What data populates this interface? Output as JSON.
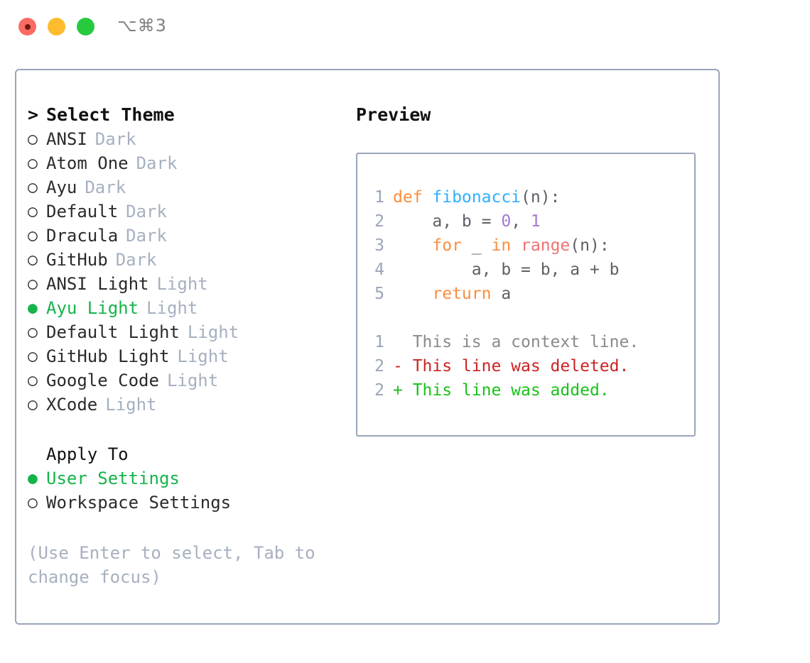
{
  "window": {
    "shortcut": "⌥⌘3",
    "traffic_lights": [
      {
        "name": "close-button",
        "color": "#fb6b62"
      },
      {
        "name": "minimize-button",
        "color": "#fdbc2e"
      },
      {
        "name": "maximize-button",
        "color": "#27c93f"
      }
    ]
  },
  "theme_picker": {
    "heading_marker": ">",
    "heading": "Select Theme",
    "bullet_unselected": "○",
    "bullet_selected": "●",
    "items": [
      {
        "bullet": "○",
        "name": "ANSI",
        "variant": "Dark",
        "selected": false
      },
      {
        "bullet": "○",
        "name": "Atom One",
        "variant": "Dark",
        "selected": false
      },
      {
        "bullet": "○",
        "name": "Ayu",
        "variant": "Dark",
        "selected": false
      },
      {
        "bullet": "○",
        "name": "Default",
        "variant": "Dark",
        "selected": false
      },
      {
        "bullet": "○",
        "name": "Dracula",
        "variant": "Dark",
        "selected": false
      },
      {
        "bullet": "○",
        "name": "GitHub",
        "variant": "Dark",
        "selected": false
      },
      {
        "bullet": "○",
        "name": "ANSI Light",
        "variant": "Light",
        "selected": false
      },
      {
        "bullet": "●",
        "name": "Ayu Light",
        "variant": "Light",
        "selected": true
      },
      {
        "bullet": "○",
        "name": "Default Light",
        "variant": "Light",
        "selected": false
      },
      {
        "bullet": "○",
        "name": "GitHub Light",
        "variant": "Light",
        "selected": false
      },
      {
        "bullet": "○",
        "name": "Google Code",
        "variant": "Light",
        "selected": false
      },
      {
        "bullet": "○",
        "name": "XCode",
        "variant": "Light",
        "selected": false
      }
    ]
  },
  "apply_to": {
    "heading": "Apply To",
    "items": [
      {
        "bullet": "●",
        "name": "User Settings",
        "selected": true
      },
      {
        "bullet": "○",
        "name": "Workspace Settings",
        "selected": false
      }
    ]
  },
  "hint": "(Use Enter to select, Tab to change focus)",
  "preview": {
    "title": "Preview",
    "code_lines": [
      {
        "num": "1",
        "tokens": [
          {
            "t": "def ",
            "c": "tok-kw"
          },
          {
            "t": "fibonacci",
            "c": "tok-fn"
          },
          {
            "t": "(n):",
            "c": "tok-pl"
          }
        ]
      },
      {
        "num": "2",
        "tokens": [
          {
            "t": "    a, b = ",
            "c": "tok-pl"
          },
          {
            "t": "0",
            "c": "tok-num"
          },
          {
            "t": ", ",
            "c": "tok-pl"
          },
          {
            "t": "1",
            "c": "tok-num"
          }
        ]
      },
      {
        "num": "3",
        "tokens": [
          {
            "t": "    ",
            "c": "tok-pl"
          },
          {
            "t": "for",
            "c": "tok-kw"
          },
          {
            "t": " _ ",
            "c": "tok-pl"
          },
          {
            "t": "in",
            "c": "tok-kw"
          },
          {
            "t": " ",
            "c": "tok-pl"
          },
          {
            "t": "range",
            "c": "tok-call"
          },
          {
            "t": "(n):",
            "c": "tok-pl"
          }
        ]
      },
      {
        "num": "4",
        "tokens": [
          {
            "t": "        a, b = b, a + b",
            "c": "tok-pl"
          }
        ]
      },
      {
        "num": "5",
        "tokens": [
          {
            "t": "    ",
            "c": "tok-pl"
          },
          {
            "t": "return",
            "c": "tok-kw"
          },
          {
            "t": " a",
            "c": "tok-pl"
          }
        ]
      }
    ],
    "diff_lines": [
      {
        "num": "1",
        "tokens": [
          {
            "t": "  This is a context line.",
            "c": "tok-ctx"
          }
        ]
      },
      {
        "num": "2",
        "tokens": [
          {
            "t": "- This line was deleted.",
            "c": "tok-del"
          }
        ]
      },
      {
        "num": "2",
        "tokens": [
          {
            "t": "+ This line was added.",
            "c": "tok-add"
          }
        ]
      }
    ]
  },
  "colors": {
    "accent_green": "#16b34a",
    "border": "#9aa5b8",
    "muted": "#a6b0c0",
    "keyword": "#fa8d3e",
    "function": "#2eafff",
    "number": "#a37acc",
    "call": "#f07171",
    "diff_add": "#19c219",
    "diff_del": "#cc2222"
  }
}
